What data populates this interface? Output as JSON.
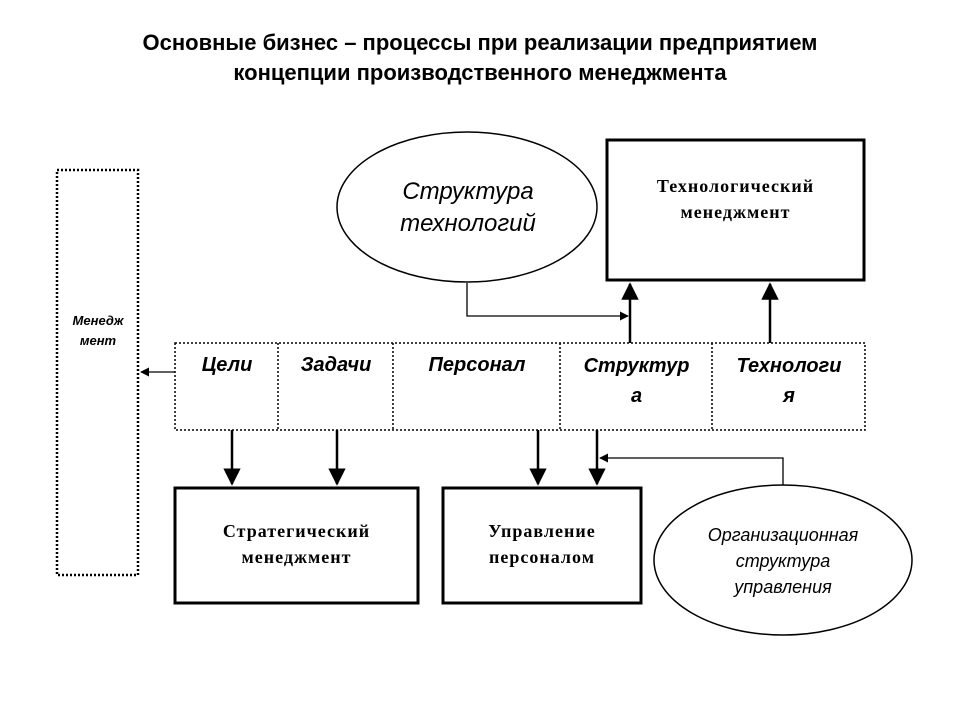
{
  "title": {
    "line1": "Основные бизнес – процессы при реализации предприятием",
    "line2": "концепции производственного менеджмента"
  },
  "side": {
    "line1": "Менедж",
    "line2": "мент"
  },
  "structure_tech_oval": {
    "line1": "Структура",
    "line2": "технологий"
  },
  "tech_mgmt": {
    "line1": "Технологический",
    "line2": "менеджмент"
  },
  "cells": {
    "goals": "Цели",
    "tasks": "Задачи",
    "personnel": "Персонал",
    "structure_1": "Структур",
    "structure_2": "а",
    "technology_1": "Технологи",
    "technology_2": "я"
  },
  "strategic_mgmt": {
    "line1": "Стратегический",
    "line2": "менеджмент"
  },
  "personnel_mgmt": {
    "line1": "Управление",
    "line2": "персоналом"
  },
  "org_oval": {
    "line1": "Организационная",
    "line2": "структура",
    "line3": "управления"
  }
}
